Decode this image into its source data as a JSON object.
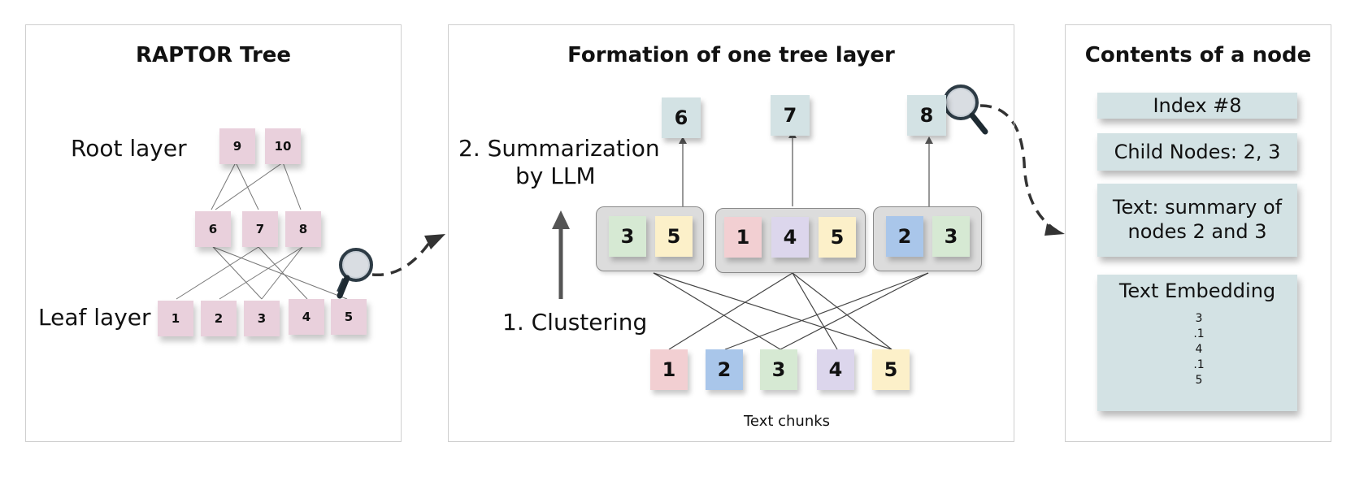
{
  "panel1": {
    "title": "RAPTOR Tree",
    "root_label": "Root layer",
    "leaf_label": "Leaf layer",
    "root_nodes": [
      "9",
      "10"
    ],
    "middle_nodes": [
      "6",
      "7",
      "8"
    ],
    "leaf_nodes": [
      "1",
      "2",
      "3",
      "4",
      "5"
    ]
  },
  "panel2": {
    "title": "Formation of one tree layer",
    "step2_line1": "2. Summarization",
    "step2_line2": "by LLM",
    "step1": "1.  Clustering",
    "caption": "Text chunks",
    "top_nodes": [
      "6",
      "7",
      "8"
    ],
    "clusters": [
      [
        "3",
        "5"
      ],
      [
        "1",
        "4",
        "5"
      ],
      [
        "2",
        "3"
      ]
    ],
    "chunks": [
      "1",
      "2",
      "3",
      "4",
      "5"
    ]
  },
  "panel3": {
    "title": "Contents of a node",
    "index": "Index #8",
    "children": "Child Nodes: 2, 3",
    "text_line1": "Text:  summary of",
    "text_line2": "nodes 2 and 3",
    "embedding_label": "Text Embedding",
    "embedding": [
      "3",
      ".1",
      "4",
      ".1",
      "5"
    ]
  },
  "colors": {
    "leaf_pink": "#e9d0dc",
    "node_gray": "#d3e2e4",
    "chunk_1": "#f2cfd2",
    "chunk_2": "#a9c6ea",
    "chunk_3": "#d6e9d3",
    "chunk_4": "#dcd6ec",
    "chunk_5": "#fcf0c9"
  }
}
